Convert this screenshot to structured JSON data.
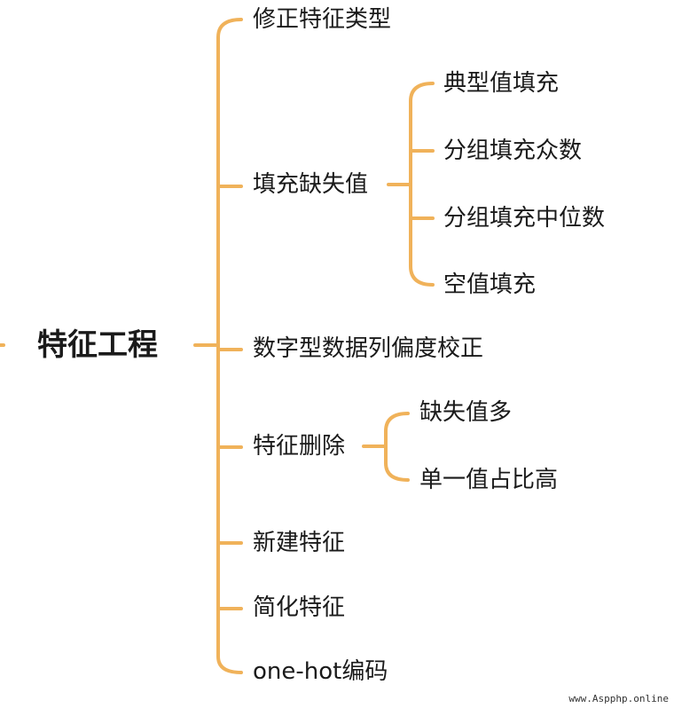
{
  "mindmap": {
    "root": "特征工程",
    "branches": [
      {
        "label": "修正特征类型"
      },
      {
        "label": "填充缺失值",
        "children": [
          "典型值填充",
          "分组填充众数",
          "分组填充中位数",
          "空值填充"
        ]
      },
      {
        "label": "数字型数据列偏度校正"
      },
      {
        "label": "特征删除",
        "children": [
          "缺失值多",
          "单一值占比高"
        ]
      },
      {
        "label": "新建特征"
      },
      {
        "label": "简化特征"
      },
      {
        "label": "one-hot编码"
      }
    ]
  },
  "colors": {
    "connector": "#F0B25A",
    "text": "#1a1a1a"
  },
  "watermark": "www.Aspphp.online"
}
